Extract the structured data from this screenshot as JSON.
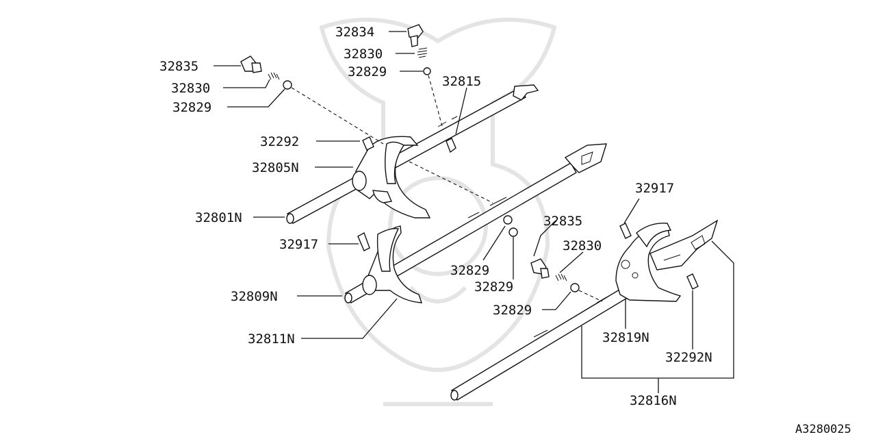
{
  "diagram": {
    "code": "A3280025",
    "labels": [
      {
        "id": "32834",
        "text": "32834"
      },
      {
        "id": "32830-top",
        "text": "32830"
      },
      {
        "id": "32829-top",
        "text": "32829"
      },
      {
        "id": "32815",
        "text": "32815"
      },
      {
        "id": "32835-left",
        "text": "32835"
      },
      {
        "id": "32830-left",
        "text": "32830"
      },
      {
        "id": "32829-left",
        "text": "32829"
      },
      {
        "id": "32292",
        "text": "32292"
      },
      {
        "id": "32805N",
        "text": "32805N"
      },
      {
        "id": "32801N",
        "text": "32801N"
      },
      {
        "id": "32917-left",
        "text": "32917"
      },
      {
        "id": "32809N",
        "text": "32809N"
      },
      {
        "id": "32811N",
        "text": "32811N"
      },
      {
        "id": "32829-mid-a",
        "text": "32829"
      },
      {
        "id": "32829-mid-b",
        "text": "32829"
      },
      {
        "id": "32835-right",
        "text": "32835"
      },
      {
        "id": "32830-right",
        "text": "32830"
      },
      {
        "id": "32829-right",
        "text": "32829"
      },
      {
        "id": "32917-right",
        "text": "32917"
      },
      {
        "id": "32819N",
        "text": "32819N"
      },
      {
        "id": "32292N",
        "text": "32292N"
      },
      {
        "id": "32816N",
        "text": "32816N"
      }
    ]
  }
}
